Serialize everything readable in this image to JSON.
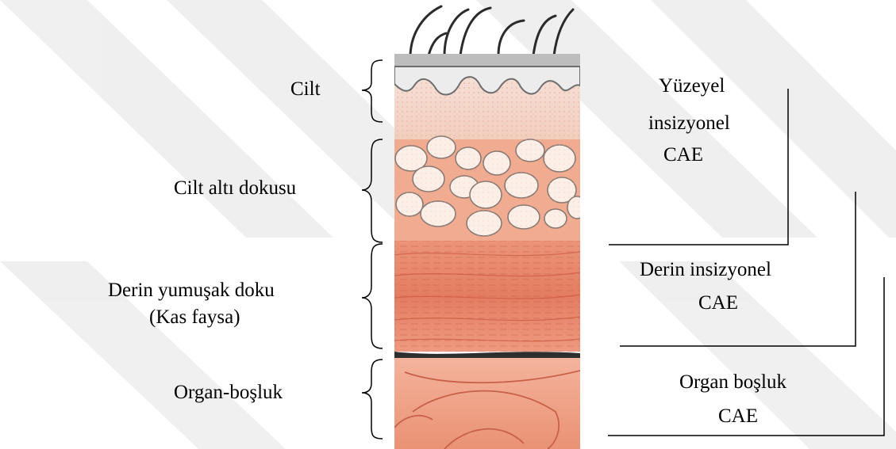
{
  "left_labels": {
    "skin": "Cilt",
    "subcutaneous": "Cilt altı dokusu",
    "deep_soft_tissue_line1": "Derin yumuşak doku",
    "deep_soft_tissue_line2": "(Kas faysa)",
    "organ_space": "Organ-boşluk"
  },
  "right_labels": {
    "superficial_line1": "Yüzeyel",
    "superficial_line2": "insizyonel",
    "superficial_line3": "CAE",
    "deep_line1": "Derin insizyonel",
    "deep_line2": "CAE",
    "organ_line1": "Organ boşluk",
    "organ_line2": "CAE"
  },
  "colors": {
    "skin_top": "#b9b9b9",
    "dermis": "#f4d5c8",
    "fat_bg": "#eea184",
    "fat_lobule": "#fcefe9",
    "muscle": "#e8876b",
    "muscle_dark": "#d9694f",
    "organ": "#f0a78c",
    "line": "#000000"
  }
}
